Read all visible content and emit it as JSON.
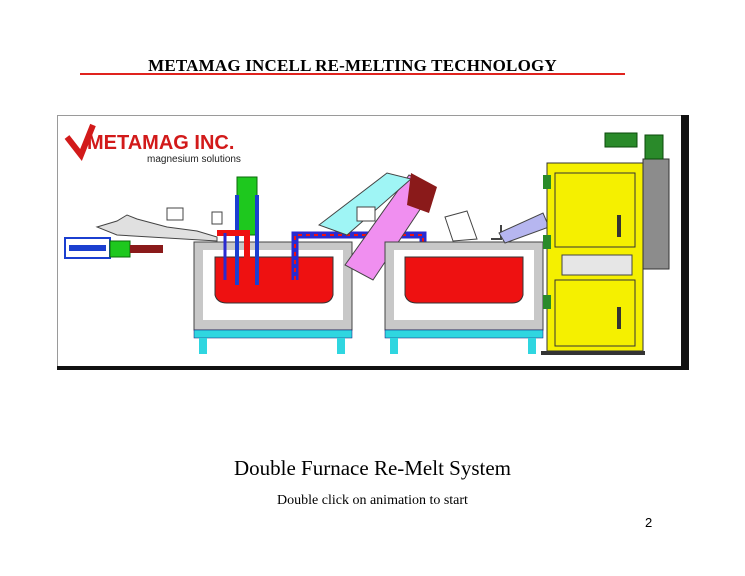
{
  "slide": {
    "title": "METAMAG INCELL RE-MELTING TECHNOLOGY",
    "caption": "Double Furnace Re-Melt System",
    "subcaption": "Double click on animation to start",
    "page_number": "2"
  },
  "logo": {
    "brand": "METAMAG INC.",
    "tagline": "magnesium solutions"
  },
  "colors": {
    "accent_red": "#e0231e",
    "melt_red": "#ee1111",
    "furnace_stand": "#2fd6e0",
    "casting_machine": "#f5f000",
    "conveyor_pink": "#f08ff0",
    "conveyor_cyan": "#9ff5f5",
    "pipe_blue": "#2a2ad0",
    "loader_green": "#1ec81e"
  }
}
